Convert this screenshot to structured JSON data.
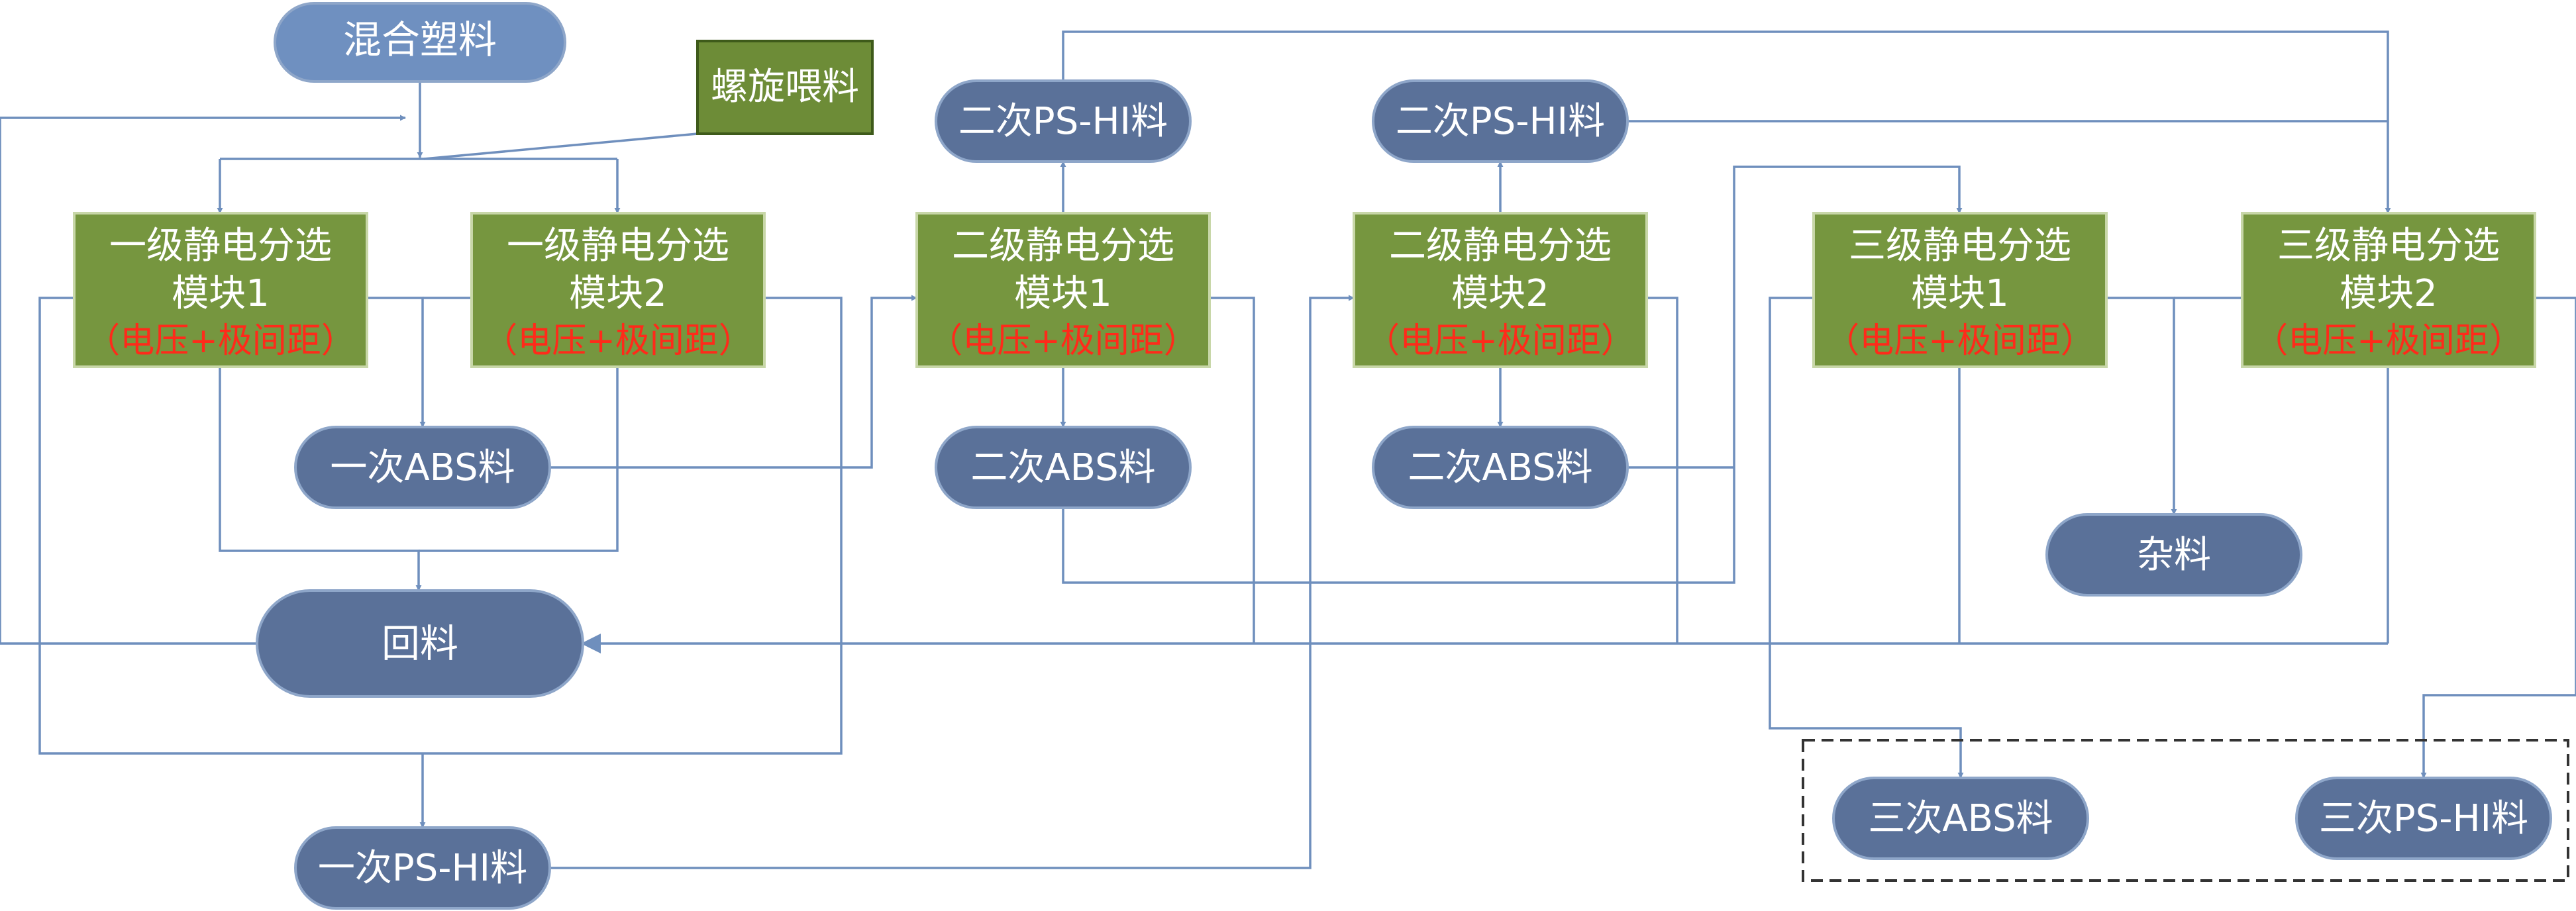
{
  "colors": {
    "line": "#6f8fbd",
    "pill_fill": "#5a7199",
    "pill_border": "#8ea6c9",
    "start_fill": "#6f90c0",
    "module_fill": "#76963f",
    "module_border": "#c8d7a8",
    "feeder_fill": "#6d8c37",
    "feeder_border": "#3e5a1a",
    "param_text": "#ff2a1a",
    "dashed_box": "#333333"
  },
  "nodes": {
    "start": "混合塑料",
    "feeder": "螺旋喂料",
    "module_11": {
      "line1": "一级静电分选",
      "line2": "模块1",
      "param": "（电压+极间距）"
    },
    "module_12": {
      "line1": "一级静电分选",
      "line2": "模块2",
      "param": "（电压+极间距）"
    },
    "module_21": {
      "line1": "二级静电分选",
      "line2": "模块1",
      "param": "（电压+极间距）"
    },
    "module_22": {
      "line1": "二级静电分选",
      "line2": "模块2",
      "param": "（电压+极间距）"
    },
    "module_31": {
      "line1": "三级静电分选",
      "line2": "模块1",
      "param": "（电压+极间距）"
    },
    "module_32": {
      "line1": "三级静电分选",
      "line2": "模块2",
      "param": "（电压+极间距）"
    },
    "abs_1": "一次ABS料",
    "abs_2a": "二次ABS料",
    "abs_2b": "二次ABS料",
    "ps_2a": "二次PS-HI料",
    "ps_2b": "二次PS-HI料",
    "recycle": "回料",
    "ps_1": "一次PS-HI料",
    "misc": "杂料",
    "abs_3": "三次ABS料",
    "ps_3": "三次PS-HI料"
  }
}
